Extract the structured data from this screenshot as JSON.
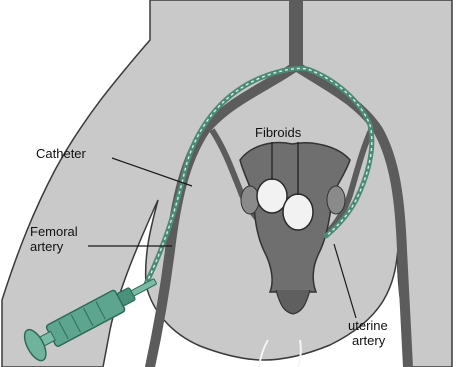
{
  "labels": {
    "fibroids": "Fibroids",
    "catheter": "Catheter",
    "femoral_artery": [
      "Femoral",
      "artery"
    ],
    "uterine_artery": [
      "uterine",
      "artery"
    ]
  },
  "colors": {
    "body_fill": "#c9c9c9",
    "body_outline": "#3a3a3a",
    "artery": "#5c5c5c",
    "uterus": "#6f6f6f",
    "fibroid": "#f2f2f2",
    "catheter": "#4d8a76",
    "catheter_stripe": "#d8eee4",
    "syringe": "#5ea58f",
    "syringe_dark": "#2f6b58",
    "leader_line": "#1a1a1a"
  }
}
